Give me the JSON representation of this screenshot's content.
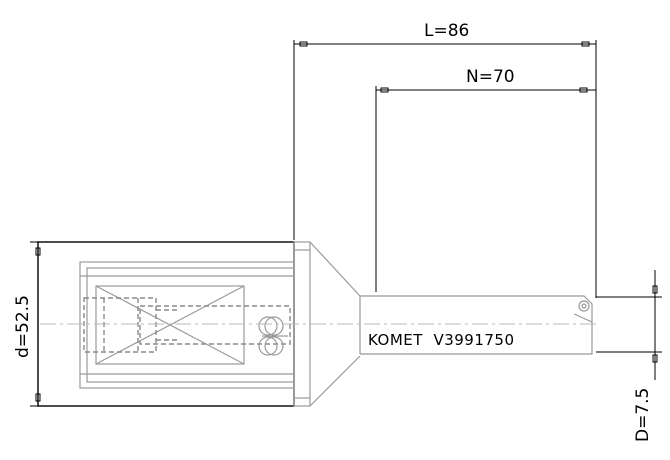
{
  "drawing": {
    "dimensions": {
      "L": "L=86",
      "N": "N=70",
      "d": "d=52.5",
      "D": "D=7.5"
    },
    "tool_label": "KOMET  V3991750"
  }
}
